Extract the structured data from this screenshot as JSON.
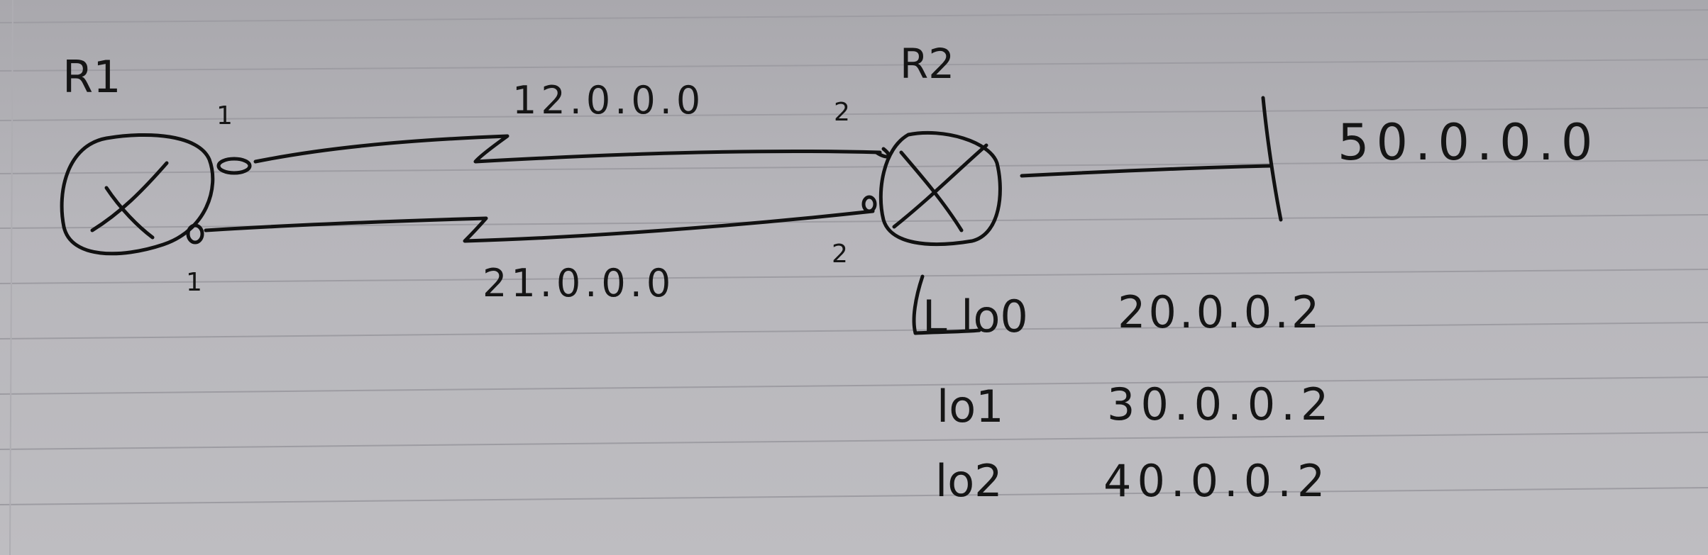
{
  "routers": {
    "r1": {
      "label": "R1"
    },
    "r2": {
      "label": "R2"
    }
  },
  "links": {
    "top": {
      "network": "12.0.0.0",
      "r1_octet": "1",
      "r2_octet": "2"
    },
    "bottom": {
      "network": "21.0.0.0",
      "r1_octet": "1",
      "r2_octet": "2"
    }
  },
  "lan": {
    "network": "50.0.0.0"
  },
  "loopbacks": [
    {
      "name": "L lo0",
      "address": "20.0.0.2"
    },
    {
      "name": "lo1",
      "address": "30.0.0.2"
    },
    {
      "name": "lo2",
      "address": "40.0.0.2"
    }
  ],
  "colors": {
    "ink": "#111111",
    "paper": "#b9b8bd",
    "rule": "#9d9ca2"
  }
}
